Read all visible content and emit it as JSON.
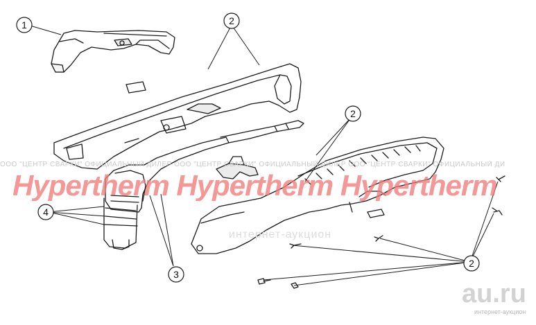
{
  "watermark": {
    "line": "ООО \"ЦЕНТР СВАРКИ\"  ОФИЦИАЛЬНЫЙ ДИЛЕР  ООО \"ЦЕНТР СВАРКИ\"  ОФИЦИАЛЬНЫЙ ДИЛЕР  ООО \"ЦЕНТР СВАРКИ\"  ОФИЦИАЛЬНЫЙ ДИ",
    "brand": "Hypertherm Hypertherm Hypertherm",
    "sub": "интернет-аукцион",
    "brand_color": "#f07a7a"
  },
  "site_logo": {
    "name": "au.ru",
    "tagline": "интернет-аукцион"
  },
  "callouts": [
    {
      "id": "c1a",
      "label": "1"
    },
    {
      "id": "c2a",
      "label": "2"
    },
    {
      "id": "c2b",
      "label": "2"
    },
    {
      "id": "c2c",
      "label": "2"
    },
    {
      "id": "c3",
      "label": "3"
    },
    {
      "id": "c4",
      "label": "4"
    }
  ]
}
